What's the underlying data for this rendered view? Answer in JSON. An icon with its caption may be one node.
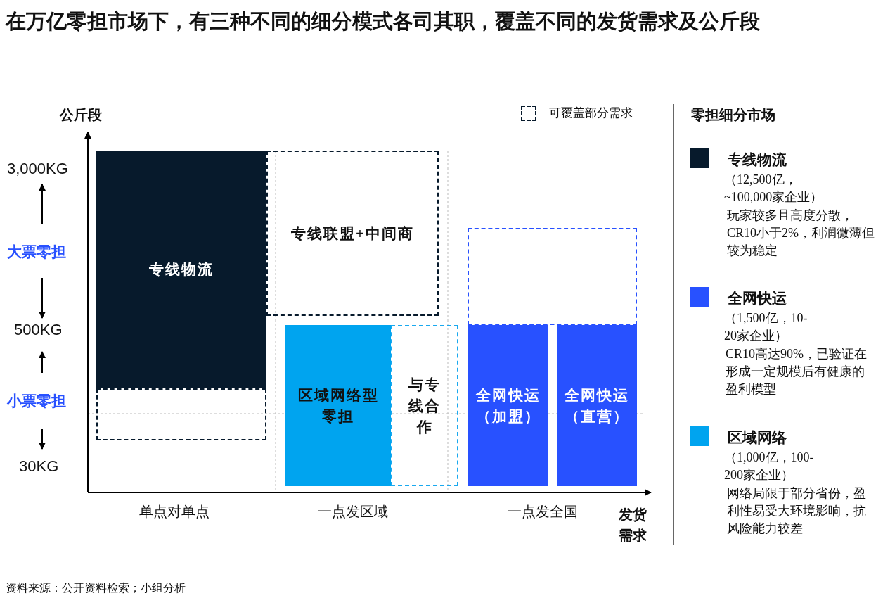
{
  "diagram": {
    "title": "在万亿零担市场下，有三种不同的细分模式各司其职，覆盖不同的发货需求及公斤段",
    "caption": "资料来源：公开资料检索；小组分析",
    "nodes": [
      {
        "text": [
          "专线物流"
        ]
      },
      {
        "text": [
          "专线联盟+中间商"
        ]
      },
      {
        "text": [],
        "shape": "box"
      },
      {
        "text": [
          "区域网络型零担"
        ]
      },
      {
        "text": [
          "与专线合作"
        ]
      },
      {
        "text": [],
        "shape": "box"
      },
      {
        "text": [
          "全网快运（加盟）"
        ]
      },
      {
        "text": [
          "全网快运（直营）"
        ]
      }
    ],
    "labels": [
      "公斤段",
      "3,000KG",
      "大票零担",
      "500KG",
      "小票零担",
      "30KG",
      "单点对单点",
      "一点发区域",
      "一点发全国",
      "发货需求",
      "零担细分市场",
      "（12,500亿，~100,000家企业）",
      "玩家较多且高度分散，CR10小于2%，利润微薄但较为稳定",
      "（1,500亿，10-20家企业）",
      "CR10高达90%，已验证在形成一定规模后有健康的盈利模型",
      "（1,000亿，100-200家企业）",
      "网络局限于部分省份，盈利性易受大环境影响，抗风险能力较差"
    ],
    "legend": [
      {
        "text": "可覆盖部分需求"
      },
      {
        "text": "专线物流",
        "color": "#071a2c"
      },
      {
        "text": "全网快运",
        "color": "#2851ff"
      },
      {
        "text": "区域网络",
        "color": "#00a4ef"
      }
    ]
  }
}
